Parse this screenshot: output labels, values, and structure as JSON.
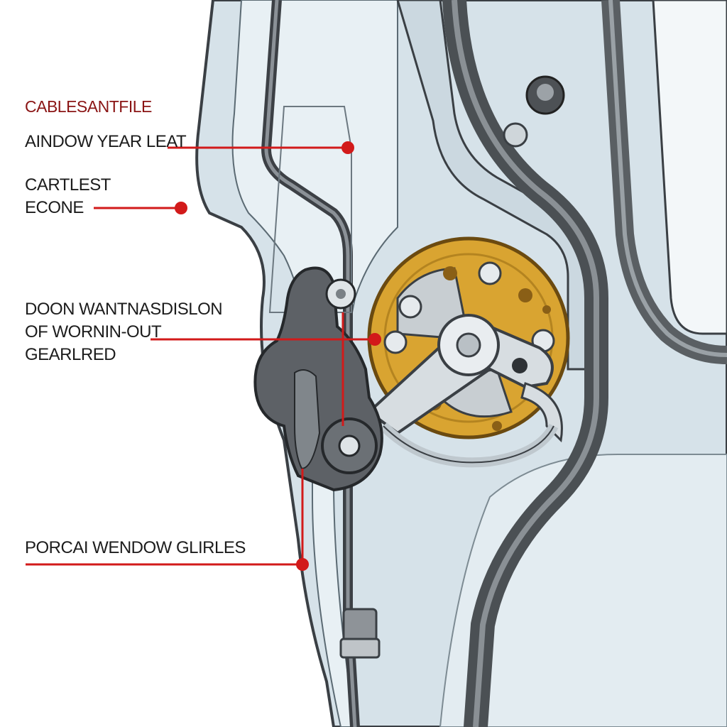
{
  "header": {
    "text": "CABLESANTFILE",
    "color": "#8a1414"
  },
  "callouts": [
    {
      "id": "window-year-leat",
      "lines": [
        "AINDOW YEAR LEAT"
      ]
    },
    {
      "id": "cartlest-econe",
      "lines": [
        "CARTLEST",
        "ECONE"
      ]
    },
    {
      "id": "worn-out-gear",
      "lines": [
        "DOON WANTNASDISLON",
        "OF WORNIN-OUT",
        "GEARLRED"
      ]
    },
    {
      "id": "window-glides",
      "lines": [
        "PORCAI WENDOW GLIRLES"
      ]
    }
  ],
  "colors": {
    "callout_line": "#d21a1a",
    "panel": "#d6e2e9",
    "panel_light": "#e8f0f4",
    "outline": "#3a3f44",
    "seal": "#4b5054",
    "gear": "#d9a431",
    "bracket": "#5d6166"
  }
}
